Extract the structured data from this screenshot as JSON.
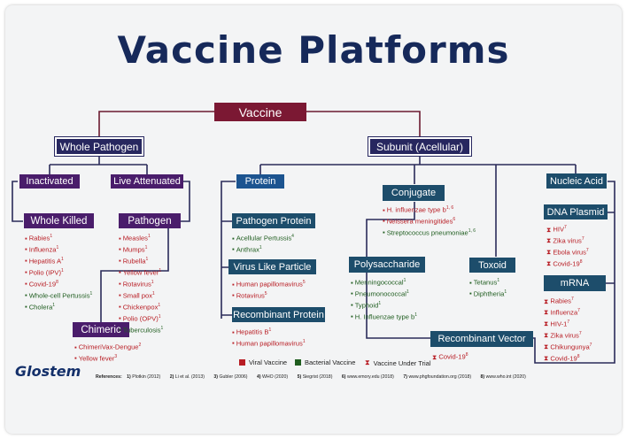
{
  "title": "Vaccine Platforms",
  "nodes": {
    "vaccine": "Vaccine",
    "whole_pathogen": "Whole Pathogen",
    "subunit": "Subunit (Acellular)",
    "inactivated": "Inactivated",
    "live_attenuated": "Live Attenuated",
    "whole_killed": "Whole Killed",
    "pathogen": "Pathogen",
    "chimeric": "Chimeric",
    "protein": "Protein",
    "pathogen_protein": "Pathogen Protein",
    "vlp": "Virus Like Particle",
    "recombinant_protein": "Recombinant Protein",
    "conjugate": "Conjugate",
    "polysaccharide": "Polysaccharide",
    "toxoid": "Toxoid",
    "recombinant_vector": "Recombinant Vector",
    "nucleic_acid": "Nucleic Acid",
    "dna_plasmid": "DNA Plasmid",
    "mrna": "mRNA"
  },
  "lists": {
    "whole_killed": [
      {
        "text": "Rabies",
        "sup": "1",
        "type": "viral"
      },
      {
        "text": "Influenza",
        "sup": "1",
        "type": "viral"
      },
      {
        "text": "Hepatitis A",
        "sup": "1",
        "type": "viral"
      },
      {
        "text": "Polio (IPV)",
        "sup": "1",
        "type": "viral"
      },
      {
        "text": "Covid-19",
        "sup": "8",
        "type": "viral"
      },
      {
        "text": "Whole-cell Pertussis",
        "sup": "1",
        "type": "bacterial"
      },
      {
        "text": "Cholera",
        "sup": "1",
        "type": "bacterial"
      }
    ],
    "pathogen": [
      {
        "text": "Measles",
        "sup": "1",
        "type": "viral"
      },
      {
        "text": "Mumps",
        "sup": "1",
        "type": "viral"
      },
      {
        "text": "Rubella",
        "sup": "1",
        "type": "viral"
      },
      {
        "text": "Yellow fever",
        "sup": "1",
        "type": "viral"
      },
      {
        "text": "Rotavirus",
        "sup": "1",
        "type": "viral"
      },
      {
        "text": "Small pox",
        "sup": "1",
        "type": "viral"
      },
      {
        "text": "Chickenpox",
        "sup": "1",
        "type": "viral"
      },
      {
        "text": "Polio (OPV)",
        "sup": "1",
        "type": "viral"
      },
      {
        "text": "Tuberculosis",
        "sup": "1",
        "type": "bacterial"
      }
    ],
    "chimeric": [
      {
        "text": "ChimeriVax-Dengue",
        "sup": "2",
        "type": "viral"
      },
      {
        "text": "Yellow fever",
        "sup": "3",
        "type": "viral"
      }
    ],
    "pathogen_protein": [
      {
        "text": "Acellular Pertussis",
        "sup": "4",
        "type": "bacterial"
      },
      {
        "text": "Anthrax",
        "sup": "1",
        "type": "bacterial"
      }
    ],
    "vlp": [
      {
        "text": "Human papillomavirus",
        "sup": "5",
        "type": "viral"
      },
      {
        "text": "Rotavirus",
        "sup": "5",
        "type": "viral"
      }
    ],
    "recombinant_protein": [
      {
        "text": "Hepatitis B",
        "sup": "1",
        "type": "viral"
      },
      {
        "text": "Human papillomavirus",
        "sup": "1",
        "type": "viral"
      }
    ],
    "conjugate": [
      {
        "text": "H. influenzae type b",
        "sup": "1, 6",
        "type": "viral"
      },
      {
        "text": "Neissera meningitides",
        "sup": "6",
        "type": "viral"
      },
      {
        "text": "Streptococcus pneumoniae",
        "sup": "1, 6",
        "type": "bacterial"
      }
    ],
    "polysaccharide": [
      {
        "text": "Menningococcal",
        "sup": "1",
        "type": "bacterial"
      },
      {
        "text": "Pneumonococcal",
        "sup": "1",
        "type": "bacterial"
      },
      {
        "text": "Typhoid",
        "sup": "1",
        "type": "bacterial"
      },
      {
        "text": "H. Influenzae type b",
        "sup": "1",
        "type": "bacterial"
      }
    ],
    "toxoid": [
      {
        "text": "Tetanus",
        "sup": "1",
        "type": "bacterial"
      },
      {
        "text": "Diphtheria",
        "sup": "1",
        "type": "bacterial"
      }
    ],
    "recombinant_vector": [
      {
        "text": "Covid-19",
        "sup": "8",
        "type": "trial"
      }
    ],
    "dna_plasmid": [
      {
        "text": "HIV",
        "sup": "7",
        "type": "trial"
      },
      {
        "text": "Zika virus",
        "sup": "7",
        "type": "trial"
      },
      {
        "text": "Ebola virus",
        "sup": "7",
        "type": "trial"
      },
      {
        "text": "Covid-19",
        "sup": "8",
        "type": "trial"
      }
    ],
    "mrna": [
      {
        "text": "Rabies",
        "sup": "7",
        "type": "trial"
      },
      {
        "text": "Influenza",
        "sup": "7",
        "type": "trial"
      },
      {
        "text": "HIV-1",
        "sup": "7",
        "type": "trial"
      },
      {
        "text": "Zika virus",
        "sup": "7",
        "type": "trial"
      },
      {
        "text": "Chikungunya",
        "sup": "7",
        "type": "trial"
      },
      {
        "text": "Covid-19",
        "sup": "8",
        "type": "trial"
      }
    ]
  },
  "legend": {
    "viral": "Viral Vaccine",
    "bacterial": "Bacterial Vaccine",
    "trial": "Vaccine Under Trial"
  },
  "colors": {
    "viral": "#b81d24",
    "bacterial": "#1f5d1f",
    "trial": "#b81d24"
  },
  "references_label": "References:",
  "references": [
    {
      "n": "1)",
      "t": "Plotkin (2012)"
    },
    {
      "n": "2)",
      "t": "Li et al. (2013)"
    },
    {
      "n": "3)",
      "t": "Gubler (2006)"
    },
    {
      "n": "4)",
      "t": "WHO (2020)"
    },
    {
      "n": "5)",
      "t": "Siegrist (2018)"
    },
    {
      "n": "6)",
      "t": "www.emory.edu (2018)"
    },
    {
      "n": "7)",
      "t": "www.phgfoundation.org (2018)"
    },
    {
      "n": "8)",
      "t": "www.who.int (2020)"
    }
  ],
  "logo": "Glostem"
}
